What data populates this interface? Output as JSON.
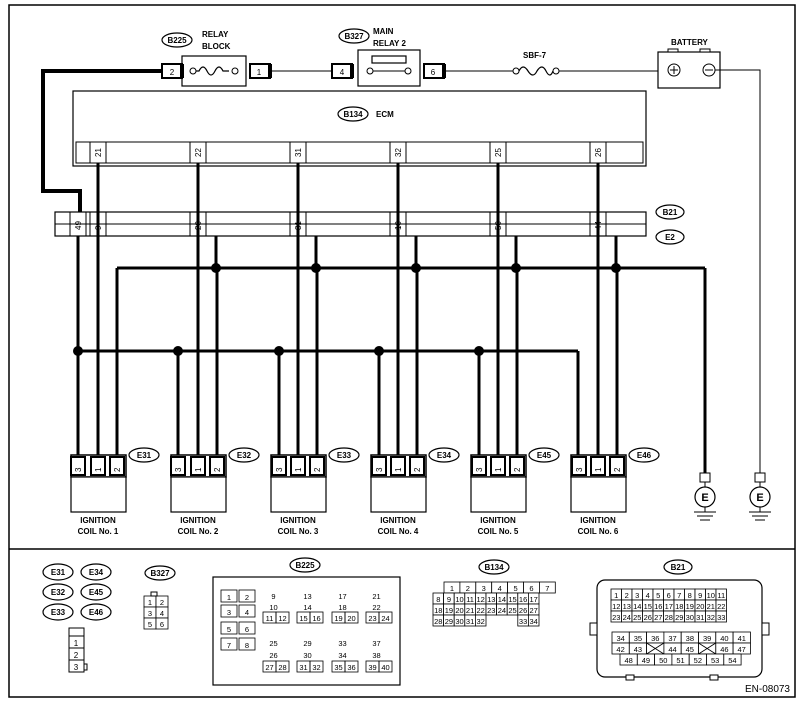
{
  "relay_block": {
    "code": "B225",
    "title_line1": "RELAY",
    "title_line2": "BLOCK",
    "pin_left": "2",
    "pin_right": "1"
  },
  "main_relay": {
    "code": "B327",
    "title_line1": "MAIN",
    "title_line2": "RELAY 2",
    "pin_left": "4",
    "pin_right": "6"
  },
  "fuse": {
    "label": "SBF-7"
  },
  "battery": {
    "label": "BATTERY",
    "plus": "⊕",
    "minus": "⊖"
  },
  "ecm": {
    "code": "B134",
    "label": "ECM",
    "pins": [
      "21",
      "22",
      "31",
      "32",
      "25",
      "26"
    ]
  },
  "joint": {
    "code_top": "B21",
    "code_bottom": "E2",
    "pins": [
      "49",
      "9",
      "20",
      "31",
      "10",
      "50",
      "44"
    ]
  },
  "coils": [
    {
      "code": "E31",
      "name_line1": "IGNITION",
      "name_line2": "COIL No. 1",
      "pins": [
        "3",
        "1",
        "2"
      ]
    },
    {
      "code": "E32",
      "name_line1": "IGNITION",
      "name_line2": "COIL No. 2",
      "pins": [
        "3",
        "1",
        "2"
      ]
    },
    {
      "code": "E33",
      "name_line1": "IGNITION",
      "name_line2": "COIL No. 3",
      "pins": [
        "3",
        "1",
        "2"
      ]
    },
    {
      "code": "E34",
      "name_line1": "IGNITION",
      "name_line2": "COIL No. 4",
      "pins": [
        "3",
        "1",
        "2"
      ]
    },
    {
      "code": "E45",
      "name_line1": "IGNITION",
      "name_line2": "COIL No. 5",
      "pins": [
        "3",
        "1",
        "2"
      ]
    },
    {
      "code": "E46",
      "name_line1": "IGNITION",
      "name_line2": "COIL No. 6",
      "pins": [
        "3",
        "1",
        "2"
      ]
    }
  ],
  "ground_label": "E",
  "legend": {
    "coil_codes": [
      "E31",
      "E34",
      "E32",
      "E45",
      "E33",
      "E46"
    ],
    "coil_connector_pins": [
      "1",
      "2",
      "3"
    ],
    "b327": {
      "code": "B327",
      "pins": [
        "1",
        "2",
        "3",
        "4",
        "5",
        "6"
      ]
    },
    "b225": {
      "code": "B225",
      "pins": [
        "1",
        "2",
        "3",
        "4",
        "5",
        "6",
        "7",
        "8",
        "9",
        "10",
        "11",
        "12",
        "13",
        "14",
        "15",
        "16",
        "17",
        "18",
        "19",
        "20",
        "21",
        "22",
        "23",
        "24",
        "25",
        "26",
        "27",
        "28",
        "29",
        "30",
        "31",
        "32",
        "33",
        "34",
        "35",
        "36",
        "37",
        "38",
        "39",
        "40"
      ]
    },
    "b134": {
      "code": "B134",
      "rows": [
        [
          "1",
          "2",
          "3",
          "4",
          "5",
          "6",
          "7"
        ],
        [
          "8",
          "9",
          "10",
          "11",
          "12",
          "13",
          "14",
          "15",
          "16",
          "17"
        ],
        [
          "18",
          "19",
          "20",
          "21",
          "22",
          "23",
          "24",
          "25",
          "26",
          "27"
        ],
        [
          "28",
          "29",
          "30",
          "31",
          "32",
          "33",
          "34"
        ]
      ]
    },
    "b21": {
      "code": "B21",
      "rows": [
        [
          "1",
          "2",
          "3",
          "4",
          "5",
          "6",
          "7",
          "8",
          "9",
          "10",
          "11"
        ],
        [
          "12",
          "13",
          "14",
          "15",
          "16",
          "17",
          "18",
          "19",
          "20",
          "21",
          "22"
        ],
        [
          "23",
          "24",
          "25",
          "26",
          "27",
          "28",
          "29",
          "30",
          "31",
          "32",
          "33"
        ],
        [
          "34",
          "35",
          "36",
          "37",
          "38",
          "39",
          "40",
          "41"
        ],
        [
          "42",
          "43",
          "44",
          "45",
          "46",
          "47"
        ],
        [
          "48",
          "49",
          "50",
          "51",
          "52",
          "53",
          "54"
        ]
      ]
    }
  },
  "doc_code": "EN-08073"
}
